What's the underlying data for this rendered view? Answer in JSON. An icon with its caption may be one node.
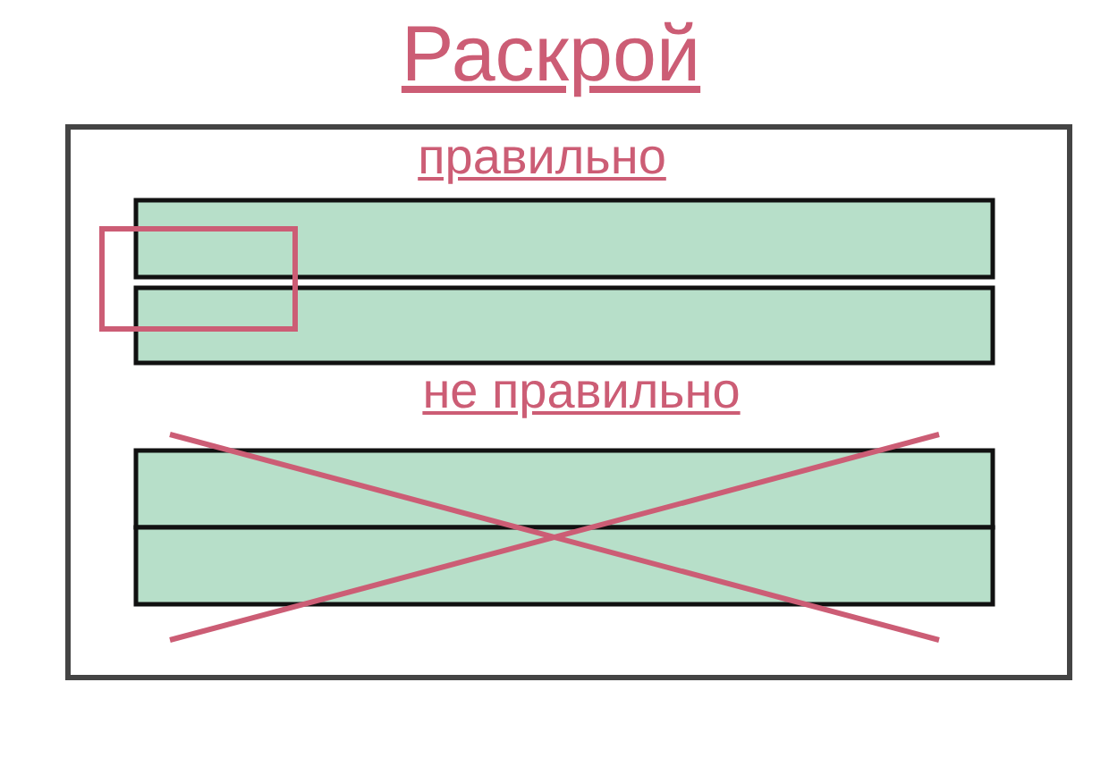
{
  "diagram": {
    "title": "Раскрой",
    "labels": [
      "правильно",
      "не правильно"
    ]
  }
}
